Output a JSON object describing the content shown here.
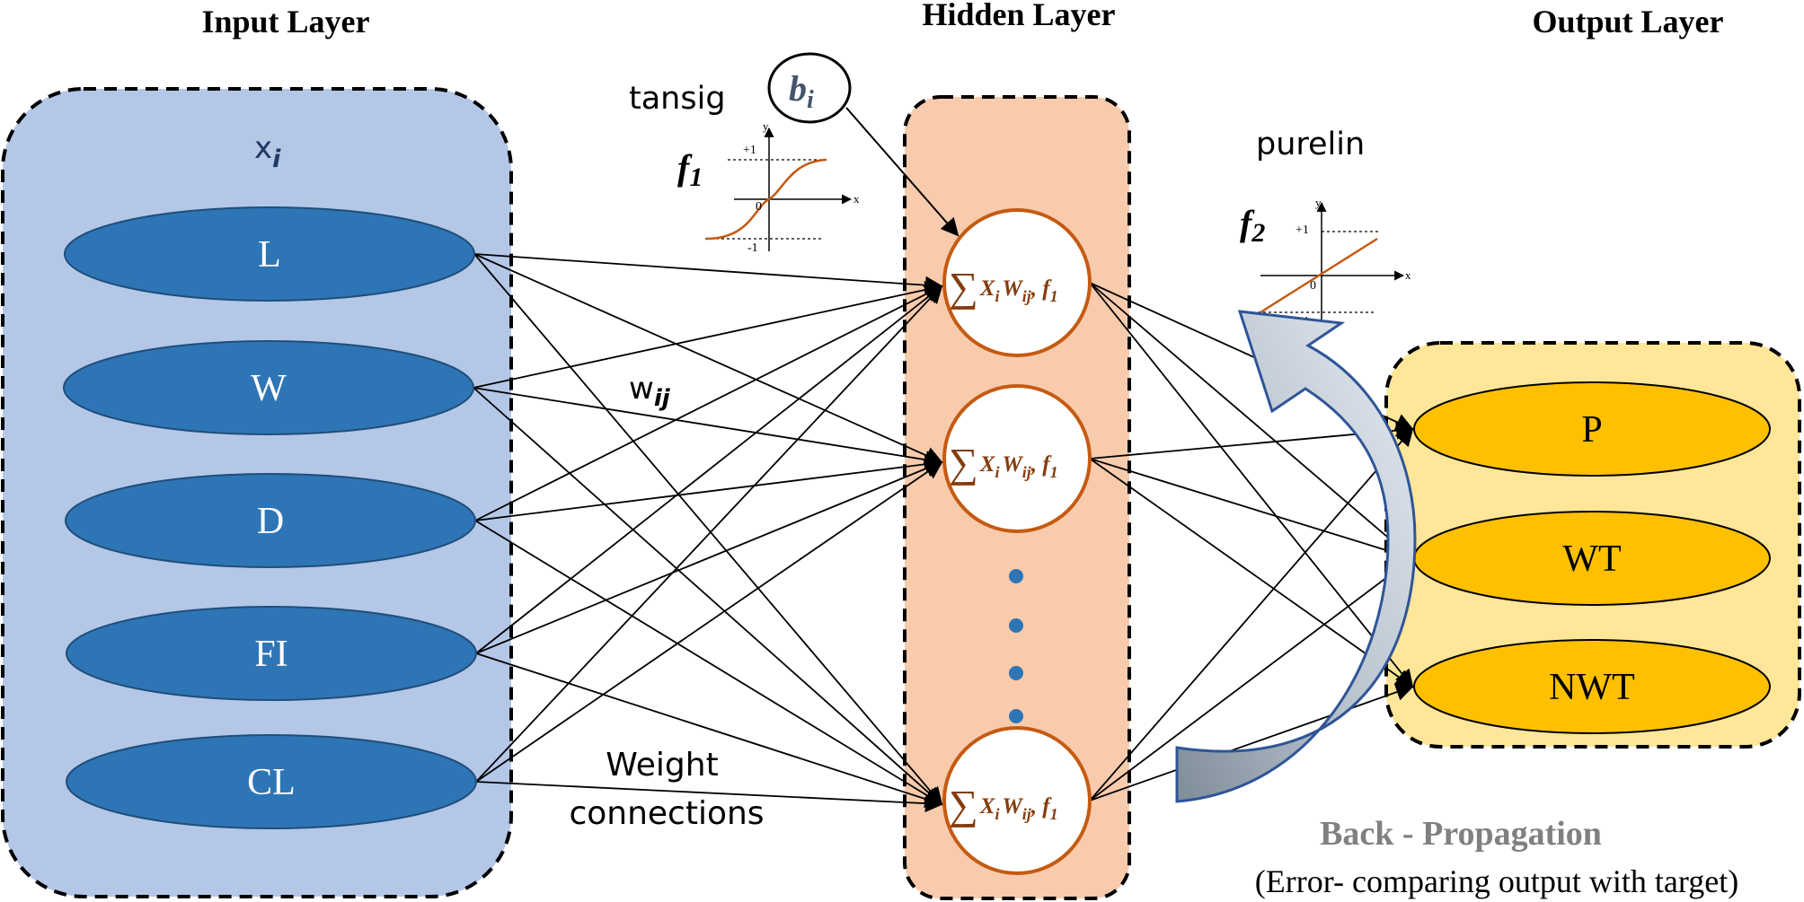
{
  "layers": {
    "input_title": "Input Layer",
    "hidden_title": "Hidden Layer",
    "output_title": "Output Layer"
  },
  "input": {
    "label": "x",
    "label_sub": "i",
    "nodes": [
      "L",
      "W",
      "D",
      "FI",
      "CL"
    ]
  },
  "hidden": {
    "node_sum": "∑",
    "node_x": "X",
    "node_x_sub": "i",
    "node_w": "W",
    "node_w_sub": "ij",
    "node_f": ", f",
    "node_f_sub": "1"
  },
  "output": {
    "nodes": [
      "P",
      "WT",
      "NWT"
    ]
  },
  "bias": {
    "b": "b",
    "sub": "i"
  },
  "activation1": {
    "name": "tansig",
    "f": "f",
    "f_sub": "1",
    "plus_one": "+1",
    "minus_one": "-1",
    "zero": "0",
    "x_axis": "x",
    "y_axis": "y"
  },
  "activation2": {
    "name": "purelin",
    "f": "f",
    "f_sub": "2",
    "plus_one": "+1",
    "minus_one": "-1",
    "zero": "0",
    "x_axis": "x",
    "y_axis": "y"
  },
  "weights": {
    "w": "w",
    "w_sub": "ij",
    "connections_line1": "Weight",
    "connections_line2": "connections"
  },
  "backprop": {
    "title": "Back - Propagation",
    "subtitle": "(Error- comparing output with target)"
  },
  "colors": {
    "input_box": "#b4c7e7",
    "input_node": "#2e75b6",
    "hidden_box": "#f8cbad",
    "hidden_node_stroke": "#c55a11",
    "hidden_text": "#843c0c",
    "output_box": "#ffe699",
    "output_node": "#ffc000",
    "dots": "#2e75b6",
    "backprop_text": "#808080"
  }
}
